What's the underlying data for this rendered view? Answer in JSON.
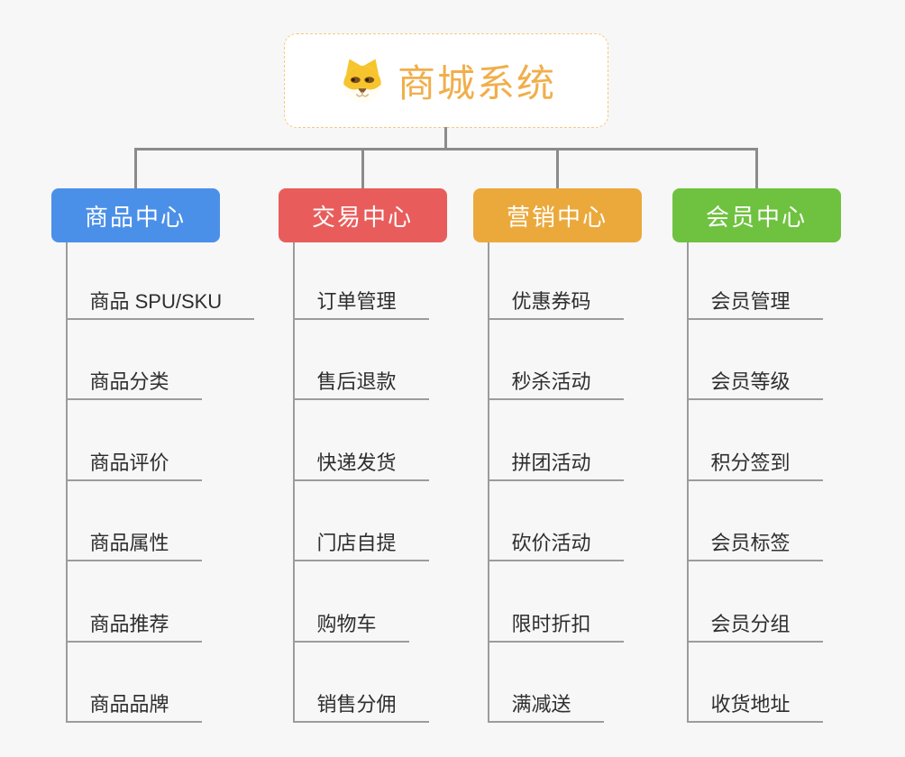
{
  "root": {
    "title": "商城系统",
    "icon": "dog-face-icon"
  },
  "branches": [
    {
      "label": "商品中心",
      "color": "#4B90E8",
      "children": [
        "商品 SPU/SKU",
        "商品分类",
        "商品评价",
        "商品属性",
        "商品推荐",
        "商品品牌"
      ]
    },
    {
      "label": "交易中心",
      "color": "#E85D5B",
      "children": [
        "订单管理",
        "售后退款",
        "快递发货",
        "门店自提",
        "购物车",
        "销售分佣"
      ]
    },
    {
      "label": "营销中心",
      "color": "#EBA93C",
      "children": [
        "优惠券码",
        "秒杀活动",
        "拼团活动",
        "砍价活动",
        "限时折扣",
        "满减送"
      ]
    },
    {
      "label": "会员中心",
      "color": "#6FC23F",
      "children": [
        "会员管理",
        "会员等级",
        "积分签到",
        "会员标签",
        "会员分组",
        "收货地址"
      ]
    }
  ],
  "colors": {
    "background": "#F7F7F7",
    "connector": "#8B8B8B",
    "leaf_line": "#9C9C9C",
    "leaf_text": "#2E2E2E",
    "root_text": "#F1AE4B",
    "root_border": "#F8C87E",
    "icon_yellow": "#F6C52E",
    "icon_brown": "#8A5A2B"
  }
}
